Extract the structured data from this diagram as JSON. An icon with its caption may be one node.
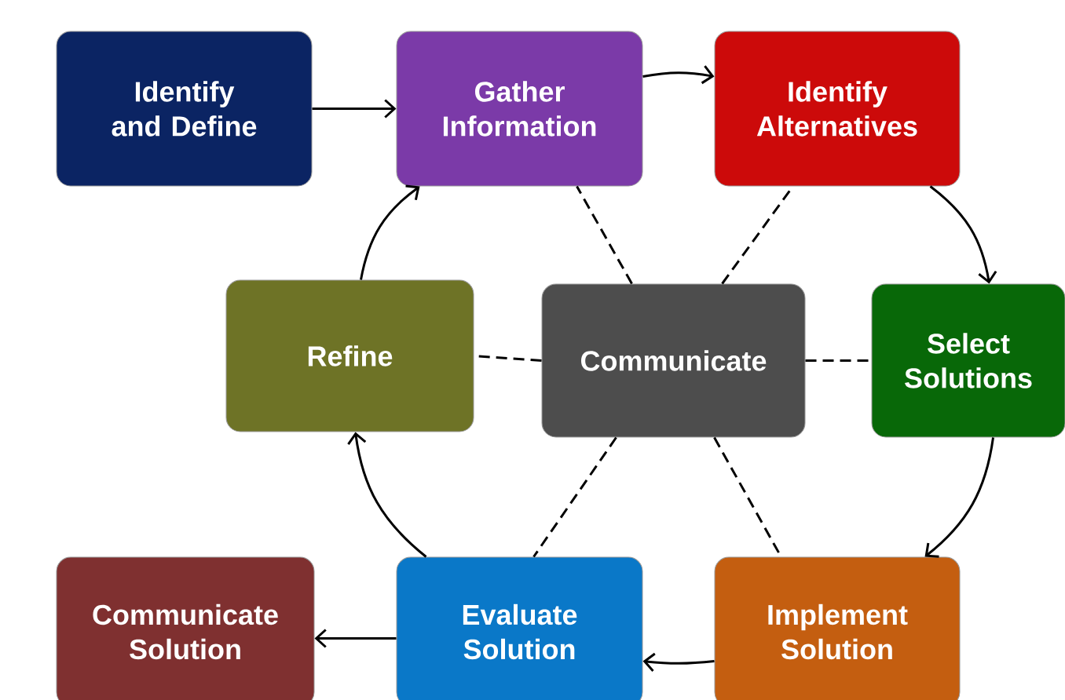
{
  "diagram": {
    "nodes": [
      {
        "text": [
          "Identify and Define"
        ]
      },
      {
        "text": [
          "Gather Information"
        ]
      },
      {
        "text": [
          "Identify Alternatives"
        ]
      },
      {
        "text": [
          "Refine"
        ]
      },
      {
        "text": [
          "Communicate"
        ]
      },
      {
        "text": [
          "Select Solutions"
        ]
      },
      {
        "text": [
          "Communicate Solution"
        ]
      },
      {
        "text": [
          "Evaluate Solution"
        ]
      },
      {
        "text": [
          "Implement Solution"
        ]
      }
    ],
    "edges": [
      {
        "from": 0,
        "to": 1,
        "arrow": "to"
      },
      {
        "from": 1,
        "to": 2,
        "arrow": "to"
      },
      {
        "from": 2,
        "to": 5,
        "arrow": "to"
      },
      {
        "from": 5,
        "to": 8,
        "arrow": "to"
      },
      {
        "from": 8,
        "to": 7,
        "arrow": "to"
      },
      {
        "from": 7,
        "to": 3,
        "arrow": "to"
      },
      {
        "from": 3,
        "to": 1,
        "arrow": "to"
      },
      {
        "from": 7,
        "to": 6,
        "arrow": "to"
      },
      {
        "from": 4,
        "to": 1,
        "arrow": "none",
        "style": "dashed"
      },
      {
        "from": 4,
        "to": 2,
        "arrow": "none",
        "style": "dashed"
      },
      {
        "from": 4,
        "to": 3,
        "arrow": "none",
        "style": "dashed"
      },
      {
        "from": 4,
        "to": 5,
        "arrow": "none",
        "style": "dashed"
      },
      {
        "from": 4,
        "to": 7,
        "arrow": "none",
        "style": "dashed"
      },
      {
        "from": 4,
        "to": 8,
        "arrow": "none",
        "style": "dashed"
      }
    ]
  }
}
